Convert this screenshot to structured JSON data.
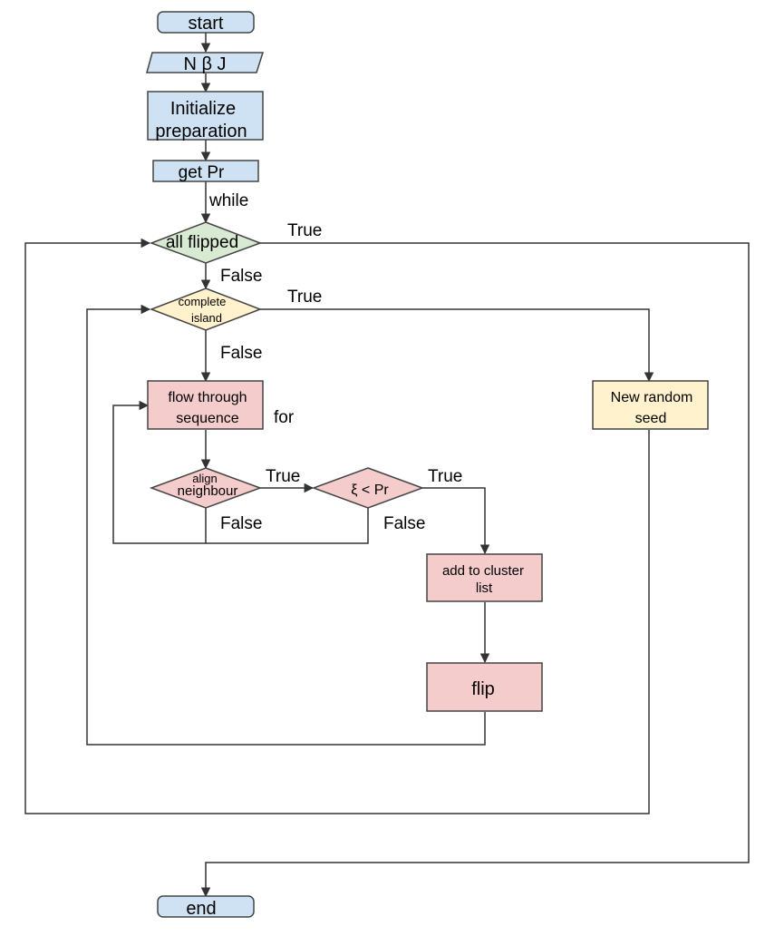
{
  "colors": {
    "terminal": "#cfe2f3",
    "process": "#cfe2f3",
    "decision_outer": "#d9ead3",
    "decision_island": "#fff2cc",
    "seed": "#fff2cc",
    "inner": "#f4cccc",
    "stroke": "#333333"
  },
  "nodes": {
    "start": "start",
    "inputs": "N β J",
    "init_line1": "Initialize",
    "init_line2": "preparation",
    "get_pr": "get Pr",
    "all_flipped": "all flipped",
    "complete_island_line1": "complete",
    "complete_island_line2": "island",
    "new_seed_line1": "New random",
    "new_seed_line2": "seed",
    "flow_line1": "flow through",
    "flow_line2": "sequence",
    "align_line1": "align",
    "align_line2": "neighbour",
    "xi_pr": "ξ <  Pr",
    "add_line1": "add to cluster",
    "add_line2": "list",
    "flip": "flip",
    "end": "end"
  },
  "labels": {
    "while": "while",
    "all_flipped_true": "True",
    "all_flipped_false": "False",
    "island_true": "True",
    "island_false": "False",
    "for": "for",
    "align_true": "True",
    "align_false": "False",
    "xi_true": "True",
    "xi_false": "False"
  }
}
